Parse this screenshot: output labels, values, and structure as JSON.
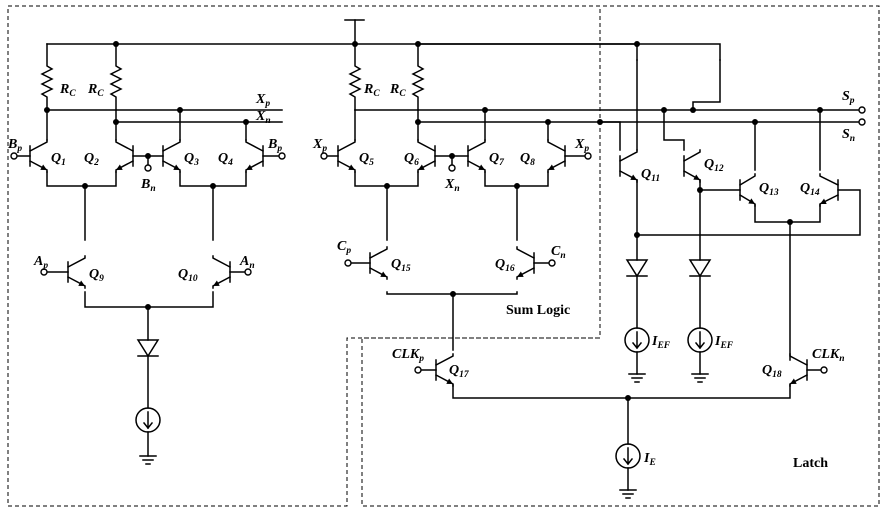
{
  "blocks": {
    "sum_logic": "Sum Logic",
    "latch": "Latch"
  },
  "transistors": [
    {
      "base": "Q",
      "sub": "1"
    },
    {
      "base": "Q",
      "sub": "2"
    },
    {
      "base": "Q",
      "sub": "3"
    },
    {
      "base": "Q",
      "sub": "4"
    },
    {
      "base": "Q",
      "sub": "5"
    },
    {
      "base": "Q",
      "sub": "6"
    },
    {
      "base": "Q",
      "sub": "7"
    },
    {
      "base": "Q",
      "sub": "8"
    },
    {
      "base": "Q",
      "sub": "9"
    },
    {
      "base": "Q",
      "sub": "10"
    },
    {
      "base": "Q",
      "sub": "11"
    },
    {
      "base": "Q",
      "sub": "12"
    },
    {
      "base": "Q",
      "sub": "13"
    },
    {
      "base": "Q",
      "sub": "14"
    },
    {
      "base": "Q",
      "sub": "15"
    },
    {
      "base": "Q",
      "sub": "16"
    },
    {
      "base": "Q",
      "sub": "17"
    },
    {
      "base": "Q",
      "sub": "18"
    }
  ],
  "resistors": [
    {
      "base": "R",
      "sub": "C"
    },
    {
      "base": "R",
      "sub": "C"
    },
    {
      "base": "R",
      "sub": "C"
    },
    {
      "base": "R",
      "sub": "C"
    }
  ],
  "nets": {
    "xp": {
      "base": "X",
      "sub": "p"
    },
    "xn": {
      "base": "X",
      "sub": "n"
    },
    "sp": {
      "base": "S",
      "sub": "p"
    },
    "sn": {
      "base": "S",
      "sub": "n"
    }
  },
  "inputs": {
    "bp_left": {
      "base": "B",
      "sub": "p"
    },
    "bn": {
      "base": "B",
      "sub": "n"
    },
    "bp_right": {
      "base": "B",
      "sub": "p"
    },
    "ap": {
      "base": "A",
      "sub": "p"
    },
    "an": {
      "base": "A",
      "sub": "n"
    },
    "xp_left": {
      "base": "X",
      "sub": "p"
    },
    "xn_mid": {
      "base": "X",
      "sub": "n"
    },
    "xp_right": {
      "base": "X",
      "sub": "p"
    },
    "cp": {
      "base": "C",
      "sub": "p"
    },
    "cn": {
      "base": "C",
      "sub": "n"
    },
    "clkp": {
      "base": "CLK",
      "sub": "p"
    },
    "clkn": {
      "base": "CLK",
      "sub": "n"
    }
  },
  "sources": {
    "ief1": {
      "base": "I",
      "sub": "EF"
    },
    "ief2": {
      "base": "I",
      "sub": "EF"
    },
    "ie": {
      "base": "I",
      "sub": "E"
    }
  }
}
